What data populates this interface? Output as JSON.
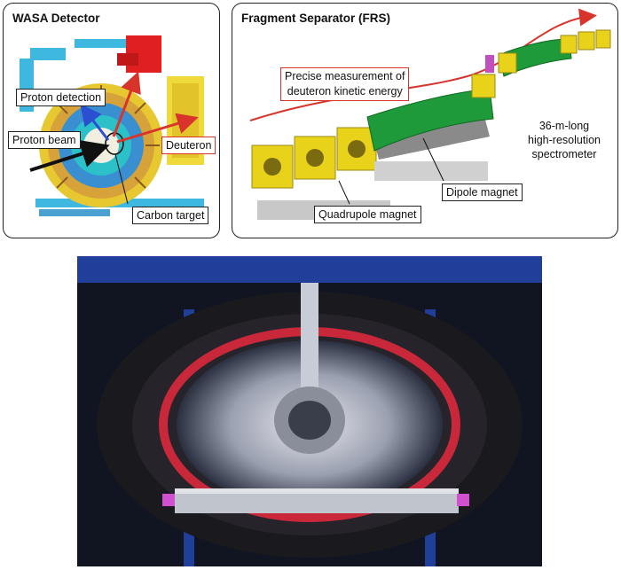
{
  "wasa": {
    "title": "WASA Detector",
    "labels": {
      "proton_detection": "Proton detection",
      "proton_beam": "Proton beam",
      "deuteron": "Deuteron",
      "carbon_target": "Carbon target"
    }
  },
  "frs": {
    "title": "Fragment Separator (FRS)",
    "labels": {
      "measurement_line1": "Precise measurement of",
      "measurement_line2": "deuteron kinetic energy",
      "spectrometer_line1": "36-m-long",
      "spectrometer_line2": "high-resolution",
      "spectrometer_line3": "spectrometer",
      "dipole_magnet": "Dipole magnet",
      "quadrupole_magnet": "Quadrupole magnet"
    }
  },
  "colors": {
    "dipole_green": "#1e9a3a",
    "quad_yellow": "#e8d21a",
    "arrow_red": "#d9342b",
    "photo_frame_blue": "#1f3f9a"
  }
}
